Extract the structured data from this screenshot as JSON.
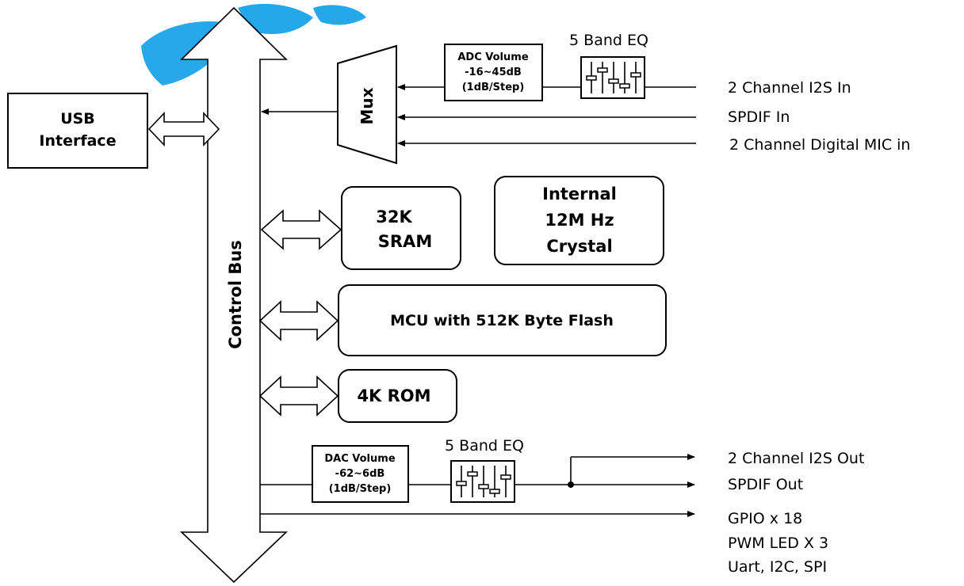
{
  "colors": {
    "watermark": "#1aa3ea",
    "stroke": "#000000",
    "background": "#ffffff"
  },
  "control_bus": {
    "label": "Control Bus"
  },
  "usb": {
    "line1": "USB",
    "line2": "Interface"
  },
  "mux": {
    "label": "Mux"
  },
  "adc_volume": {
    "line1": "ADC Volume",
    "line2": "-16~45dB",
    "line3": "(1dB/Step)"
  },
  "adc_eq": {
    "label": "5 Band EQ"
  },
  "inputs": [
    "2 Channel I2S In",
    "SPDIF In",
    "2 Channel Digital MIC in"
  ],
  "sram": {
    "line1": "32K",
    "line2": "SRAM"
  },
  "crystal": {
    "line1": "Internal",
    "line2": "12M Hz",
    "line3": "Crystal"
  },
  "mcu": {
    "label": "MCU with 512K Byte Flash"
  },
  "rom": {
    "label": "4K ROM"
  },
  "dac_volume": {
    "line1": "DAC Volume",
    "line2": "-62~6dB",
    "line3": "(1dB/Step)"
  },
  "dac_eq": {
    "label": "5 Band EQ"
  },
  "outputs": [
    "2 Channel I2S Out",
    "SPDIF Out"
  ],
  "gpio": [
    "GPIO x 18",
    "PWM LED X 3",
    "Uart, I2C, SPI"
  ]
}
